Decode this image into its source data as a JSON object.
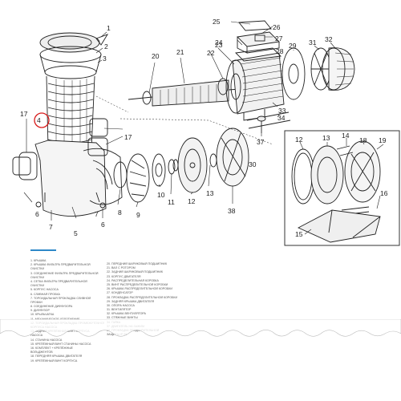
{
  "callouts": {
    "c1": "1",
    "c2": "2",
    "c3": "3",
    "c4": "4",
    "c5": "5",
    "c6": "6",
    "c6b": "6",
    "c7": "7",
    "c8": "8",
    "c9": "9",
    "c10": "10",
    "c11": "11",
    "c12": "12",
    "c12b": "12",
    "c13": "13",
    "c13b": "13",
    "c14": "14",
    "c15": "15",
    "c16": "16",
    "c17": "17",
    "c17b": "17",
    "c18": "18",
    "c19": "19",
    "c20": "20",
    "c21": "21",
    "c22": "22",
    "c23": "23",
    "c24": "24",
    "c25": "25",
    "c26": "26",
    "c27": "27",
    "c28": "28",
    "c29": "29",
    "c30": "30",
    "c31": "31",
    "c32": "32",
    "c33": "33",
    "c34": "34",
    "c37": "37",
    "c38": "38"
  },
  "legend_left": [
    "1. КРЫШКА",
    "2. КРЫШКА ФИЛЬТРА ПРЕДВАРИТЕЛЬНОЙ",
    "   ОЧИСТКИ",
    "3. СОЕДИНЕНИЕ ФИЛЬТРА ПРЕДВАРИТЕЛЬНОЙ",
    "   ОЧИСТКИ",
    "4. СЕТКА ФИЛЬТРА ПРЕДВАРИТЕЛЬНОЙ",
    "   ОЧИСТКИ",
    "5. КОРПУС НАСОСА",
    "6. СЛИВНАЯ ПРОБКА",
    "7. ТОРОИДАЛЬНАЯ ПРОКЛАДКА СЛИВНОЙ",
    "   ПРОБКИ",
    "8. СОЕДИНЕНИЕ ДИФФУЗОРА",
    "9. ДИФФУЗОР",
    "10. КРЫЛЬЧАТКА",
    "11. МЕХАНИЧЕСКОЕ УПЛОТНЕНИЕ",
    "12. ТОРОИДАЛЬНАЯ ПРОКЛАДКА ПРОМЕЖУТОЧНОГО",
    "    КОРПУСА НАСОСА",
    "13. ЗАДНЯЯ КРЕПЁЖНАЯ ВИНТ КОРПУСА",
    "    НАСОСА",
    "14. СТАНИНА НАСОСА",
    "15. КРЕПЁЖНЫЙ ВИНТ СТАНИНЫ НАСОСА",
    "16. КОМПЛЕКТ + КРЕПЁЖНЫЕ",
    "    ВОЛЬДЖЕНТОВ",
    "18. ПЕРЕДНЯЯ КРЫШКА ДВИГАТЕЛЯ",
    "19. КРЕПЁЖНЫЙ ВИНТ КОРПУСА"
  ],
  "legend_right": [
    "20. ПЕРЕДНИЙ ШАРИКОВЫЙ ПОДШИПНИК",
    "21. ВАЛ С РОТОРОМ",
    "22. ЗАДНИЙ ШАРИКОВЫЙ ПОДШИПНИК",
    "23. КОРПУС ДВИГАТЕЛЯ",
    "24. РАСПРЕДЕЛИТЕЛЬНАЯ КОРОБКА",
    "25. ВИНТ РАСПРЕДЕЛИТЕЛЬНОЙ КОРОБКИ",
    "26. КРЫШКА РАСПРЕДЕЛИТЕЛЬНОЙ КОРОБКИ",
    "27. КОНДЕНСАТОР",
    "28. ПРОКЛАДКА РАСПРЕДЕЛИТЕЛЬНОЙ КОРОБКИ",
    "29. ЗАДНЯЯ КРЫШКА ДВИГАТЕЛЯ",
    "30. ОПОРА НАСОСА",
    "31. ВЕНТИЛЯТОР",
    "32. КРЫШКА ВЕНТИЛЯТОРА",
    "33. СТЯЖНЫЕ ВИНТЫ",
    "34. ГАЙКА",
    "37. ДВИГАТЕЛЬ НА ЗАЖИМ",
    "38. ПРОКЛАДКА ПРЕДВАРИТЕЛЬНОЙ",
    "    ЗАЩИТЫ IP 55"
  ],
  "colors": {
    "line": "#222222",
    "legend_bar": "#2e88c8",
    "highlight": "#d81b1b",
    "inset_border": "#333333"
  }
}
